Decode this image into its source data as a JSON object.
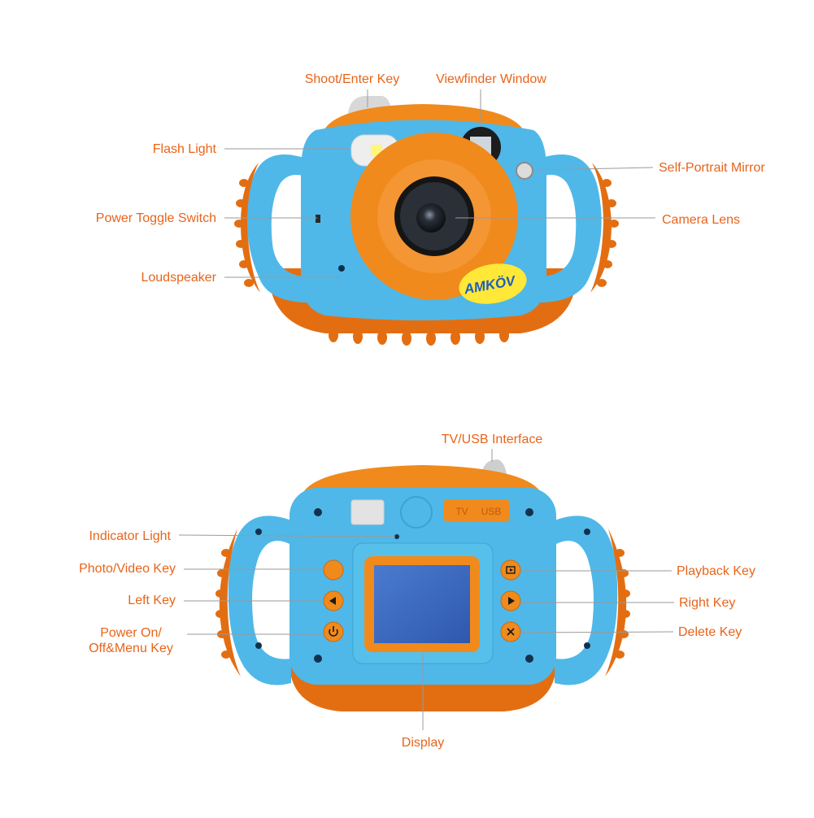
{
  "colors": {
    "label": "#e8641a",
    "leader": "#9a9a9a",
    "body_blue": "#4fb8e8",
    "blue_dark": "#2f9fd6",
    "body_orange": "#f08a1c",
    "orange_dark": "#e06d10",
    "screen": "#3f6fc6",
    "logo_yellow": "#ffe838",
    "logo_blue": "#1d5fbf"
  },
  "camera_front": {
    "brand_logo": "AMKÖV",
    "labels": {
      "shoot_enter_key": "Shoot/Enter Key",
      "viewfinder_window": "Viewfinder Window",
      "flash_light": "Flash Light",
      "self_portrait_mirror": "Self-Portrait Mirror",
      "power_toggle_switch": "Power Toggle Switch",
      "camera_lens": "Camera Lens",
      "loudspeaker": "Loudspeaker"
    }
  },
  "camera_back": {
    "port_labels": [
      "TV",
      "USB"
    ],
    "labels": {
      "tv_usb_interface": "TV/USB Interface",
      "indicator_light": "Indicator Light",
      "photo_video_key": "Photo/Video Key",
      "playback_key": "Playback Key",
      "left_key": "Left Key",
      "right_key": "Right Key",
      "power_menu_key_line1": "Power On/",
      "power_menu_key_line2": "Off&Menu Key",
      "delete_key": "Delete Key",
      "display": "Display"
    }
  }
}
